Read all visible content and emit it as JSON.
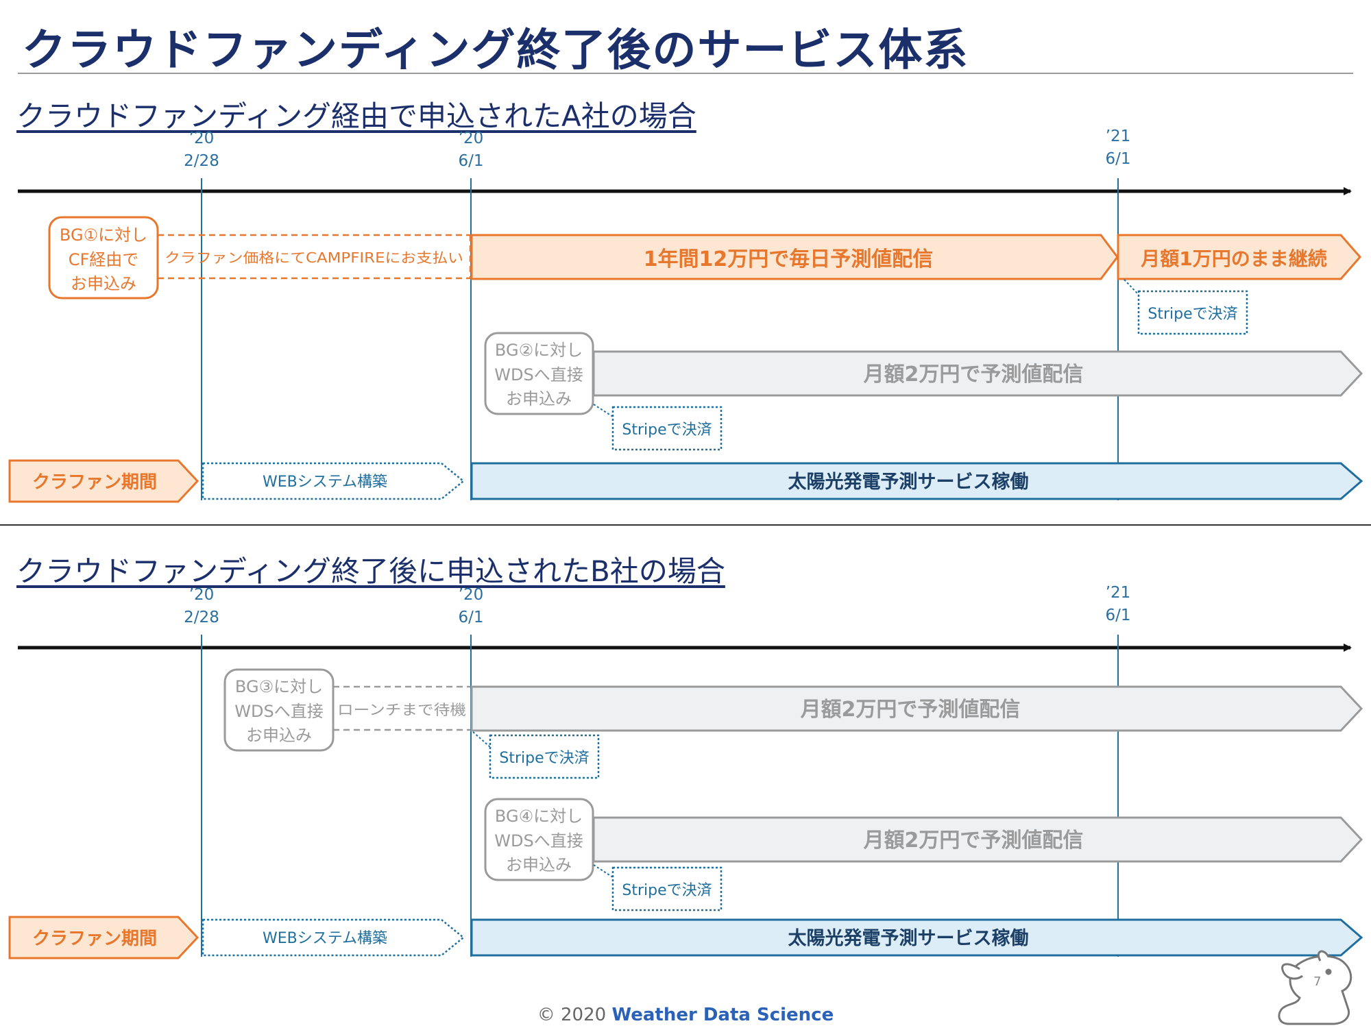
{
  "page_title": "クラウドファンディング終了後のサービス体系",
  "section_a": {
    "title": "クラウドファンディング経由で申込されたA社の場合",
    "dates": [
      {
        "year": "’20",
        "day": "2/28"
      },
      {
        "year": "’20",
        "day": "6/1"
      },
      {
        "year": "’21",
        "day": "6/1"
      }
    ],
    "bg1_box": [
      "BG①に対し",
      "CF経由で",
      "お申込み"
    ],
    "cf_payment_label": "クラファン価格にてCAMPFIREにお支払い",
    "yearly_label": "1年間12万円で毎日予測値配信",
    "continue_label": "月額1万円のまま継続",
    "stripe_label_1": "Stripeで決済",
    "bg2_box": [
      "BG②に対し",
      "WDSへ直接",
      "お申込み"
    ],
    "monthly_label": "月額2万円で予測値配信",
    "stripe_label_2": "Stripeで決済",
    "crowdfund_period": "クラファン期間",
    "web_build": "WEBシステム構築",
    "service_running": "太陽光発電予測サービス稼働"
  },
  "section_b": {
    "title": "クラウドファンディング終了後に申込されたB社の場合",
    "dates": [
      {
        "year": "’20",
        "day": "2/28"
      },
      {
        "year": "’20",
        "day": "6/1"
      },
      {
        "year": "’21",
        "day": "6/1"
      }
    ],
    "bg3_box": [
      "BG③に対し",
      "WDSへ直接",
      "お申込み"
    ],
    "launch_wait": "ローンチまで待機",
    "monthly_label_1": "月額2万円で予測値配信",
    "stripe_label_1": "Stripeで決済",
    "bg4_box": [
      "BG④に対し",
      "WDSへ直接",
      "お申込み"
    ],
    "monthly_label_2": "月額2万円で予測値配信",
    "stripe_label_2": "Stripeで決済",
    "crowdfund_period": "クラファン期間",
    "web_build": "WEBシステム構築",
    "service_running": "太陽光発電予測サービス稼働"
  },
  "footer": {
    "copyright": "© 2020",
    "brand": "Weather Data Science"
  },
  "page_number": "7",
  "colors": {
    "title": "#1b2f6b",
    "orange": "#e8772e",
    "orange_fill": "#fde7d3",
    "gray": "#9a9a9a",
    "gray_fill": "#eef0f2",
    "blue": "#1f6f9e",
    "blue_fill": "#dcedf7"
  }
}
